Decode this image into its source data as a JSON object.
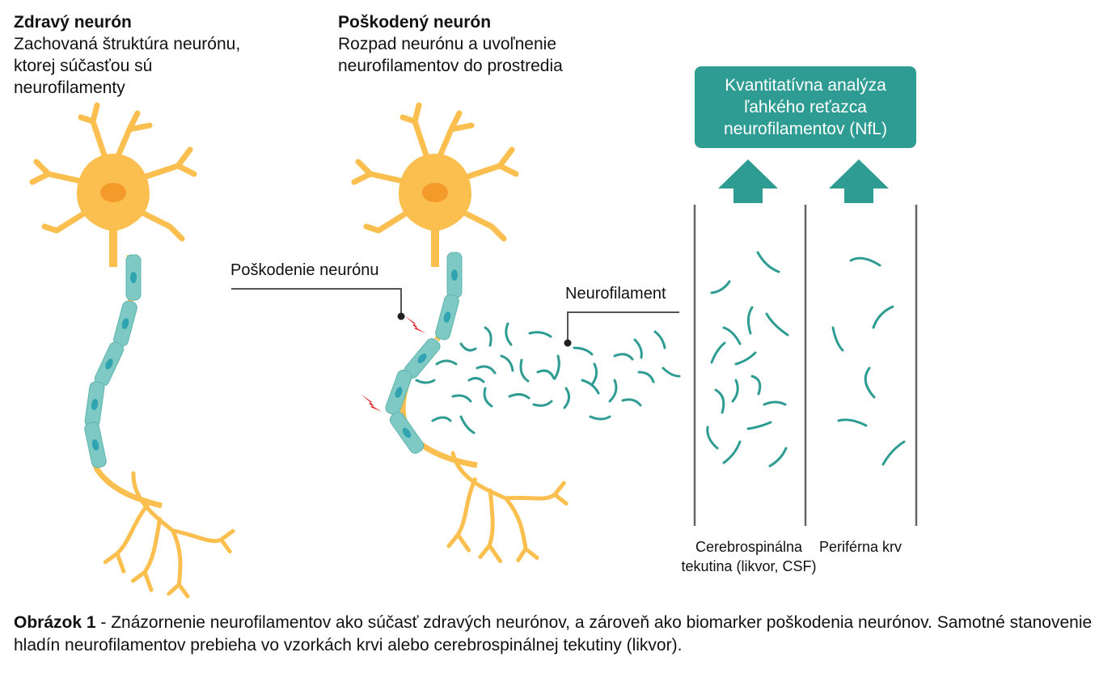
{
  "healthy": {
    "title": "Zdravý neurón",
    "description": "Zachovaná štruktúra neurónu, ktorej súčasťou sú neurofilamenty"
  },
  "damaged": {
    "title": "Poškodený neurón",
    "description": "Rozpad neurónu a uvoľnenie neurofilamentov do prostredia"
  },
  "callouts": {
    "damage": "Poškodenie neurónu",
    "neurofilament": "Neurofilament"
  },
  "analysis_box": "Kvantitatívna analýza ľahkého reťazca neurofilamentov (NfL)",
  "samples": {
    "csf": "Cerebrospinálna tekutina (likvor, CSF)",
    "blood": "Periférna krv"
  },
  "caption": {
    "label": "Obrázok 1",
    "separator": " -  ",
    "text": "Znázornenie neurofilamentov ako súčasť zdravých neurónov, a zároveň ako biomarker poškodenia neurónov. Samotné stanovenie hladín neurofilamentov prebieha vo vzorkách krvi alebo cerebrospinálnej tekutiny (likvor)."
  },
  "colors": {
    "neuron": "#fbbf4f",
    "nucleus": "#f39a2a",
    "myelin": "#7ec9c4",
    "myelin_core": "#2fa3b0",
    "filament": "#2e9c92",
    "lightning": "#e3242b",
    "line": "#555555"
  }
}
